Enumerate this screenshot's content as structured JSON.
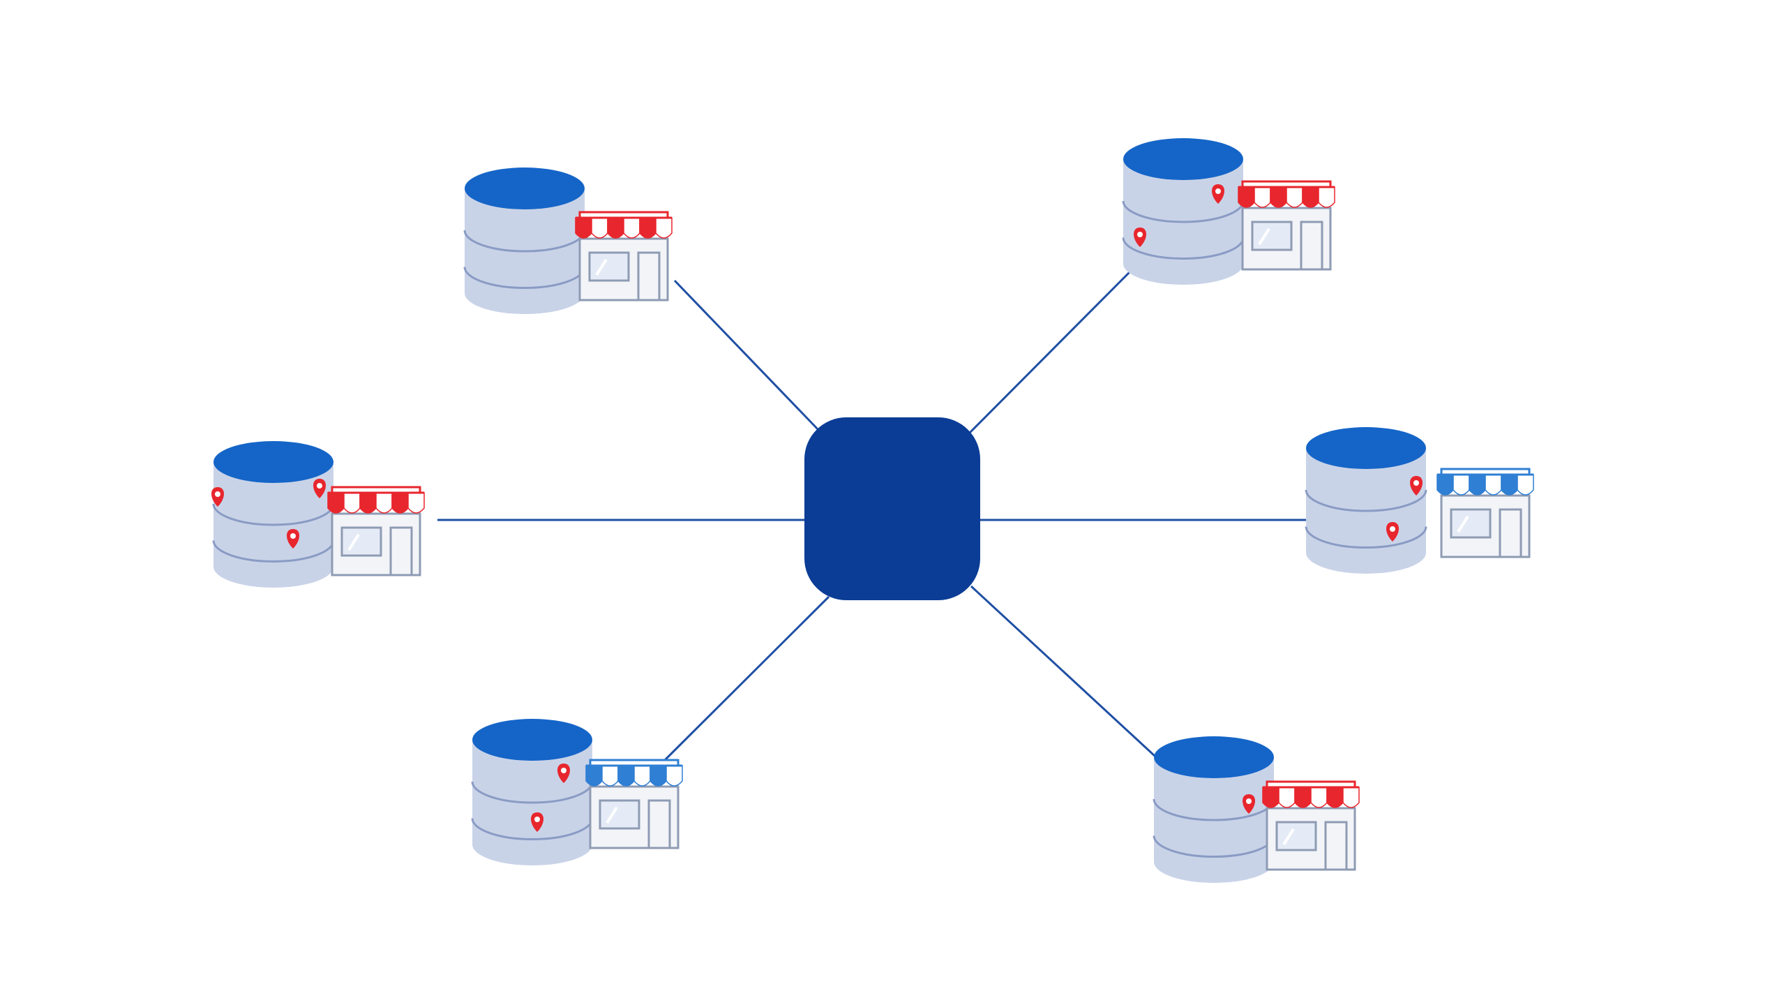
{
  "diagram": {
    "hub": {
      "color": "#0b3d96"
    },
    "connector_color": "#1f4fa3",
    "nodes": [
      {
        "id": "top-left",
        "awning": "red",
        "pin_count": 0
      },
      {
        "id": "top-right",
        "awning": "red",
        "pin_count": 2
      },
      {
        "id": "middle-left",
        "awning": "red",
        "pin_count": 3
      },
      {
        "id": "middle-right",
        "awning": "blue",
        "pin_count": 2
      },
      {
        "id": "bottom-left",
        "awning": "blue",
        "pin_count": 2
      },
      {
        "id": "bottom-right",
        "awning": "red",
        "pin_count": 1
      }
    ],
    "colors": {
      "db_top": "#1565c8",
      "db_body": "#c9d3e8",
      "db_line": "#8a9bc4",
      "store_body": "#f2f4f8",
      "store_border": "#8e9bb3",
      "awning_red": "#e8262d",
      "awning_blue": "#2f7fd4",
      "stripe_white": "#ffffff",
      "pin_red": "#e8262d",
      "window": "#e4ebf6"
    },
    "icons": {
      "hub": "central-hub-icon",
      "database": "database-icon",
      "store": "storefront-icon",
      "pin": "location-pin-icon"
    }
  }
}
